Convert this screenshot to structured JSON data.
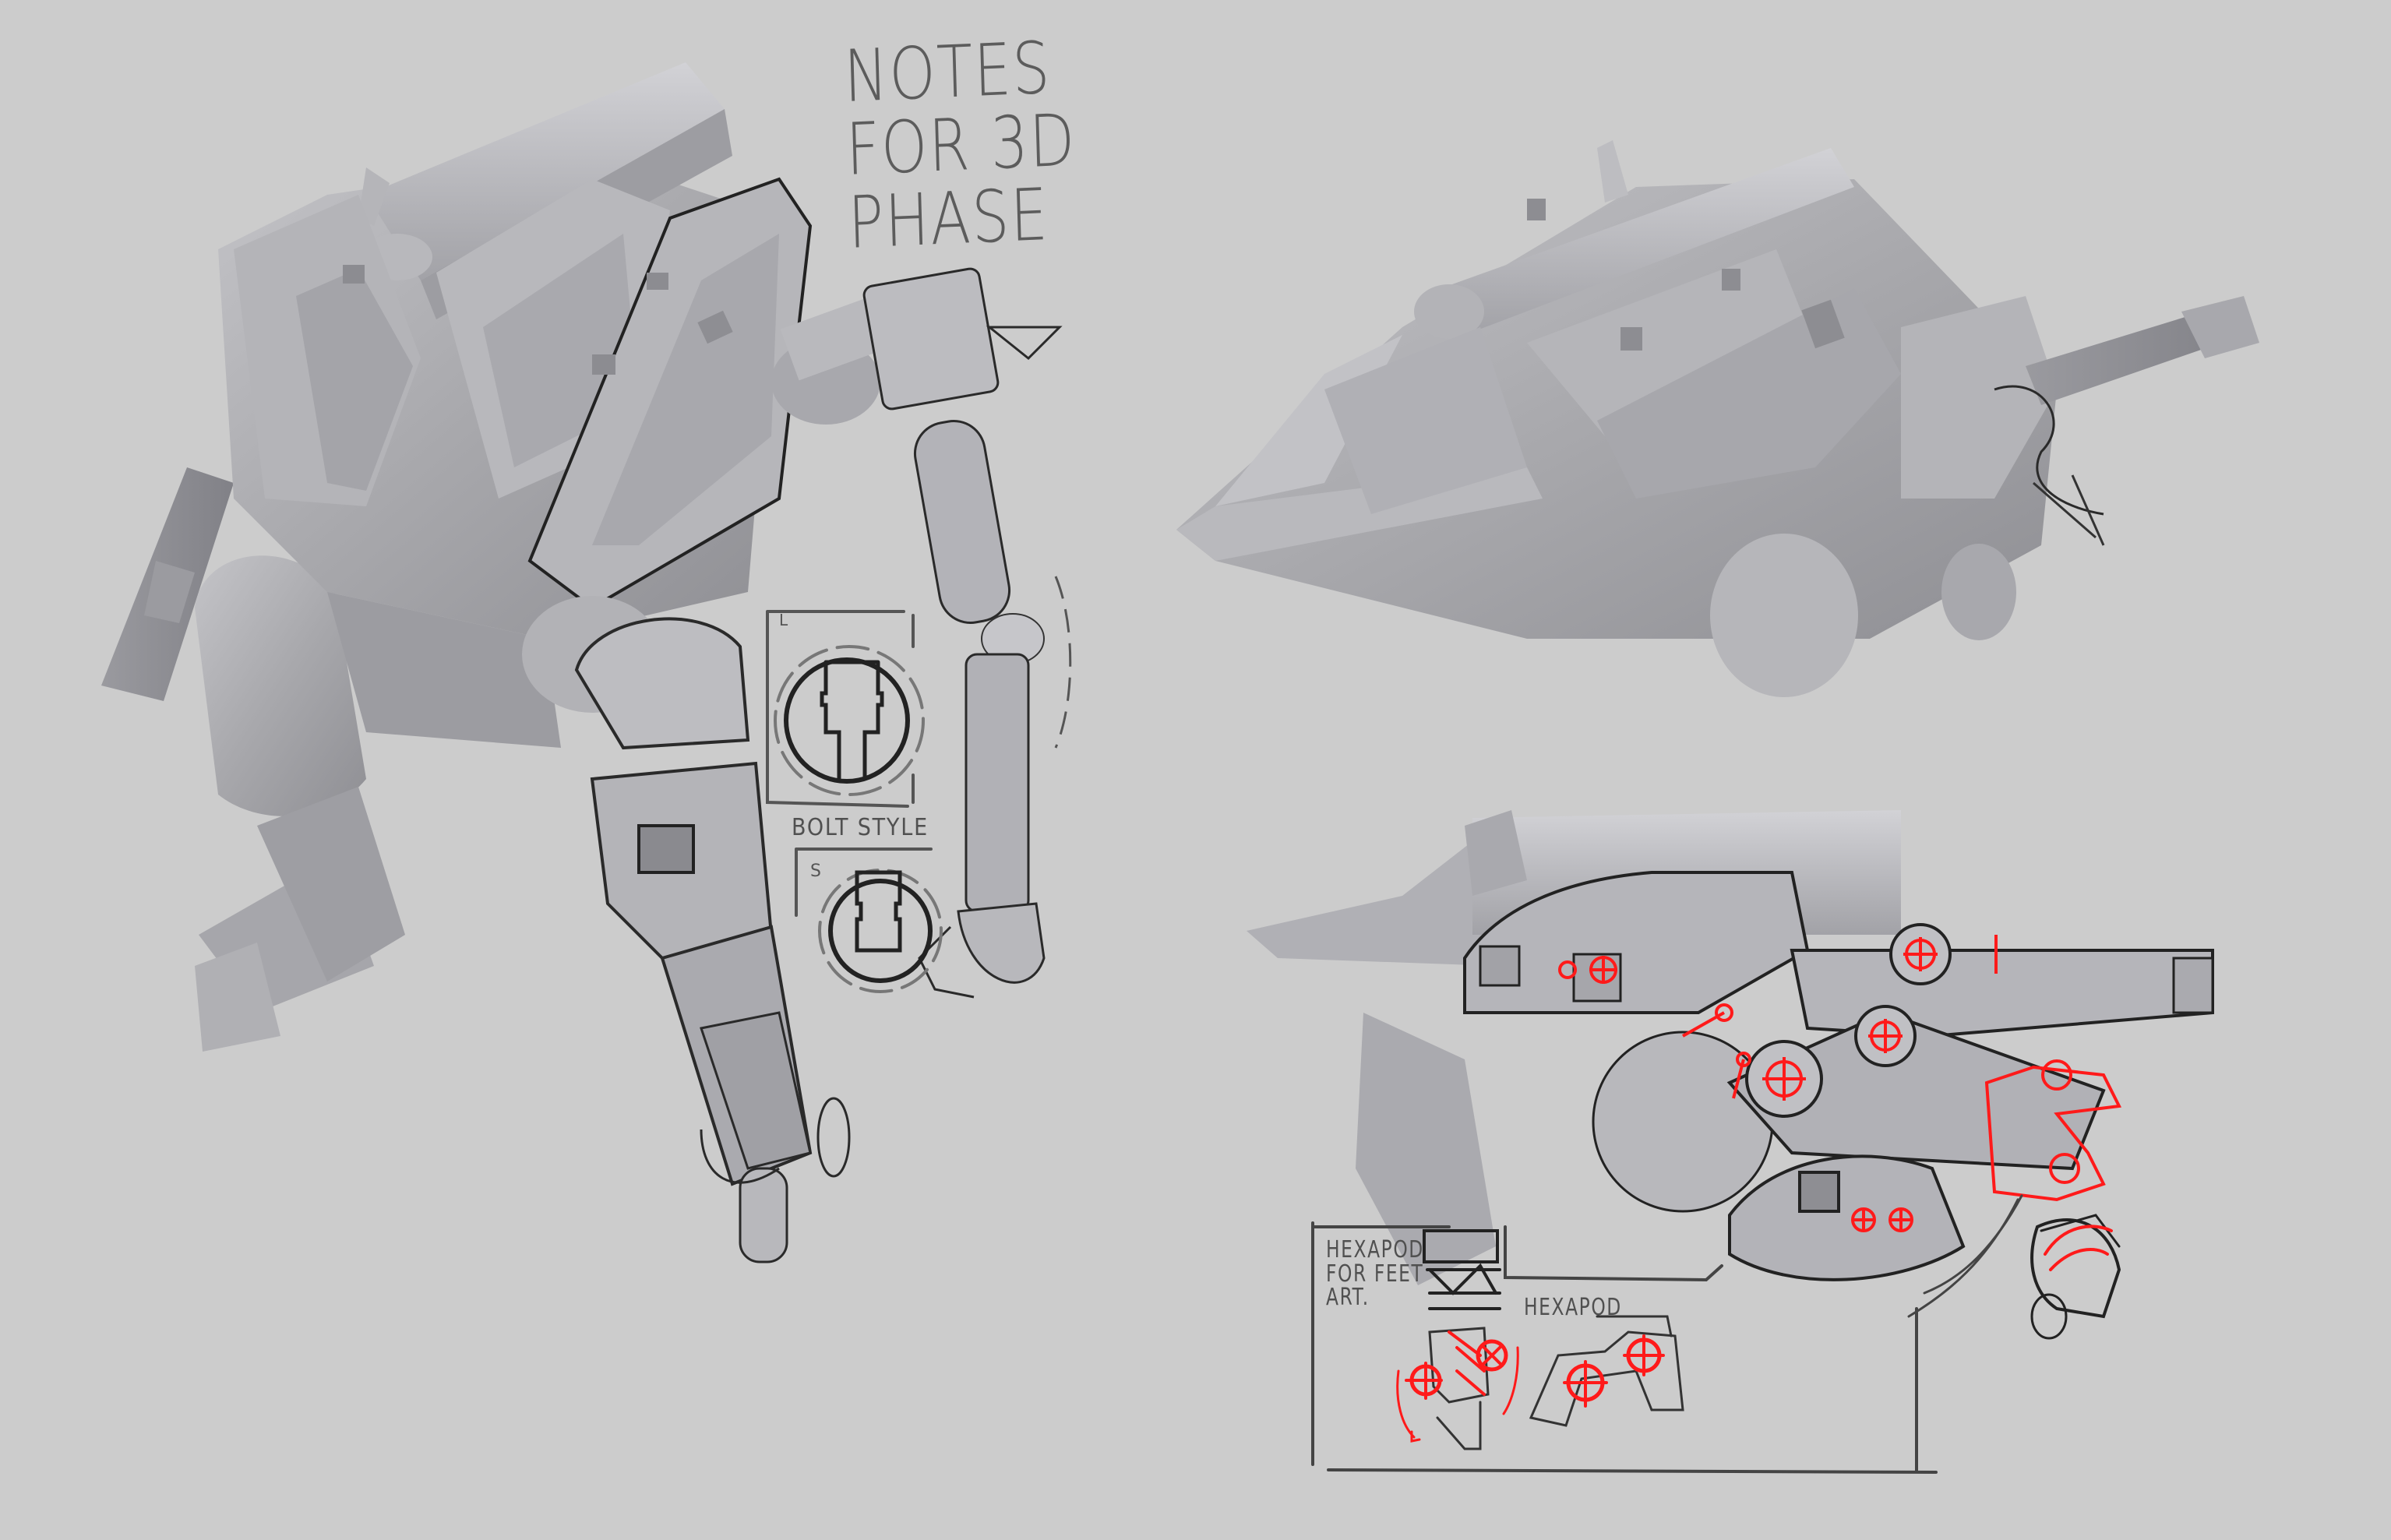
{
  "canvas": {
    "background": "#cccccc",
    "sketch_line_color": "#2b2b2b",
    "redline_color": "#ff1a1a",
    "render_color": "#a9a9ad"
  },
  "notes": {
    "title": "NOTES\nFOR 3D\nPHASE"
  },
  "bolt_style": {
    "label": "BOLT STYLE",
    "large_variant_label": "L",
    "small_variant_label": "S"
  },
  "hexapod": {
    "feet_note": "HEXAPOD\nFOR FEET\nART.",
    "diagram_label": "HEXAPOD"
  },
  "figures": [
    {
      "name": "mech-front-three-quarter-render",
      "description": "3D render with sketch overlay of arm, leg and bolt details"
    },
    {
      "name": "mech-top-three-quarter-render",
      "description": "3D render of mech torso from above"
    },
    {
      "name": "mech-side-render-redlined",
      "description": "3D side render with red joint/pivot markups"
    },
    {
      "name": "hexapod-feet-sketch-box",
      "description": "boxed sketches of hexapod foot mechanism"
    },
    {
      "name": "foot-sketch",
      "description": "loose sketch of foot with red arcs"
    }
  ]
}
